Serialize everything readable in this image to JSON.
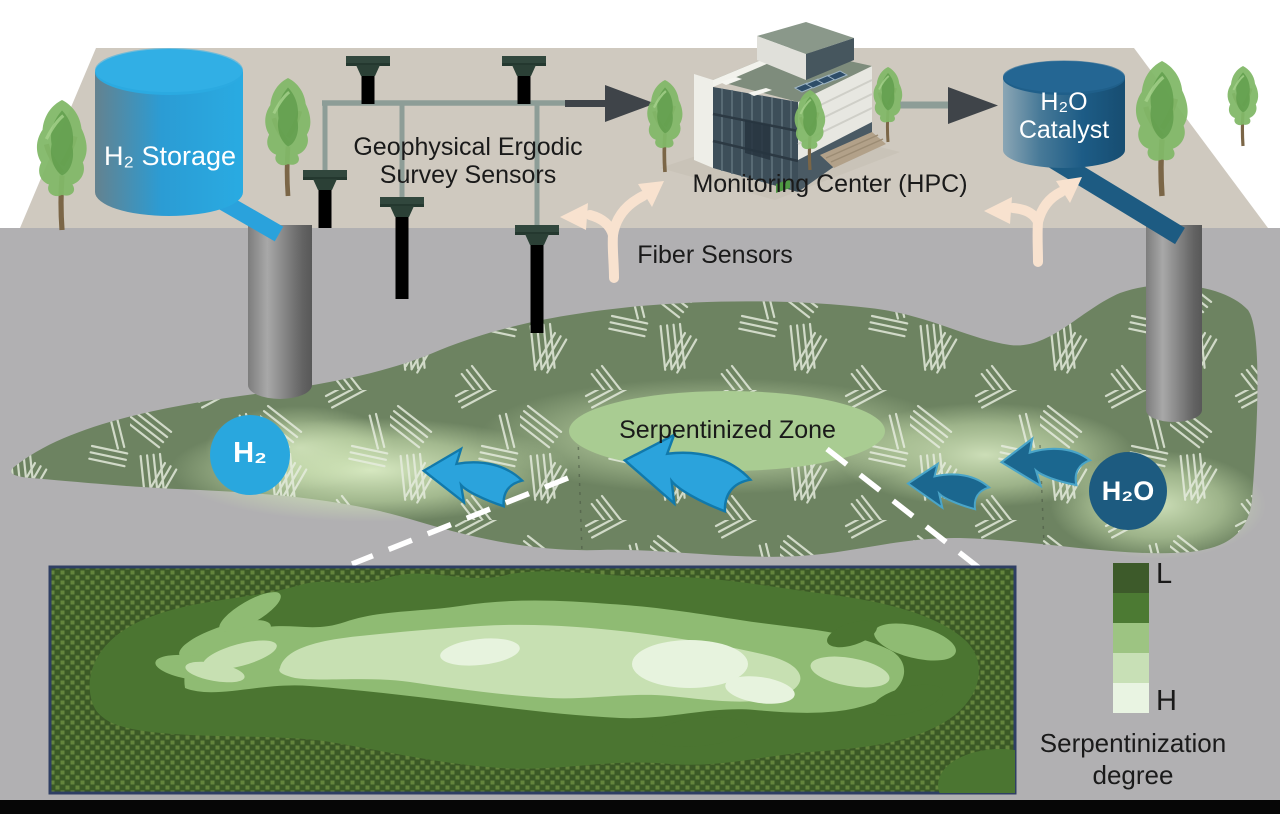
{
  "figure": {
    "description": "Natural hydrogen production and monitoring system cross-section with serpentinization degree map"
  },
  "surface": {
    "h2_storage_label": "H₂ Storage",
    "geo_sensors_label": "Geophysical Ergodic\nSurvey Sensors",
    "monitoring_center_label": "Monitoring Center (HPC)",
    "h2o_catalyst_label": "H₂O\nCatalyst",
    "fiber_sensors_label": "Fiber Sensors"
  },
  "subsurface": {
    "serpentinized_zone_label": "Serpentinized Zone",
    "h2_badge_label": "H₂",
    "h2o_badge_label": "H₂O"
  },
  "legend": {
    "low_label": "L",
    "high_label": "H",
    "title": "Serpentinization\ndegree",
    "swatches": [
      "#3d5a2a",
      "#4c7a33",
      "#9dc482",
      "#c8e0b6",
      "#e9f4e2"
    ]
  },
  "colors": {
    "h2_blue": "#29a7de",
    "h2o_navy": "#1d5b80",
    "surface_tan": "#cfc9bf",
    "underground_gray": "#b1b0b2",
    "serpentinite_green": "#6d8361",
    "fiber_peach": "#f8e2cf",
    "sensor_dark_green": "#31473d"
  }
}
